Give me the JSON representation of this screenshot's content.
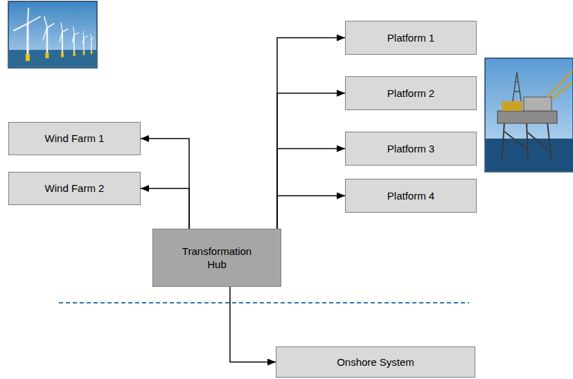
{
  "diagram": {
    "nodes": [
      {
        "text": [
          "Wind Farm 1"
        ]
      },
      {
        "text": [
          "Wind Farm 2"
        ]
      },
      {
        "text": [
          "Platform 1"
        ]
      },
      {
        "text": [
          "Platform 2"
        ]
      },
      {
        "text": [
          "Platform 3"
        ]
      },
      {
        "text": [
          "Platform 4"
        ]
      },
      {
        "text": [
          "Transformation Hub"
        ]
      },
      {
        "text": [
          "Onshore System"
        ]
      }
    ],
    "edges": [
      {
        "from": 6,
        "to": 0,
        "arrow": "to"
      },
      {
        "from": 6,
        "to": 1,
        "arrow": "to"
      },
      {
        "from": 6,
        "to": 2,
        "arrow": "to"
      },
      {
        "from": 6,
        "to": 3,
        "arrow": "to"
      },
      {
        "from": 6,
        "to": 4,
        "arrow": "to"
      },
      {
        "from": 6,
        "to": 5,
        "arrow": "to"
      },
      {
        "from": 6,
        "to": 7,
        "arrow": "to"
      }
    ]
  }
}
